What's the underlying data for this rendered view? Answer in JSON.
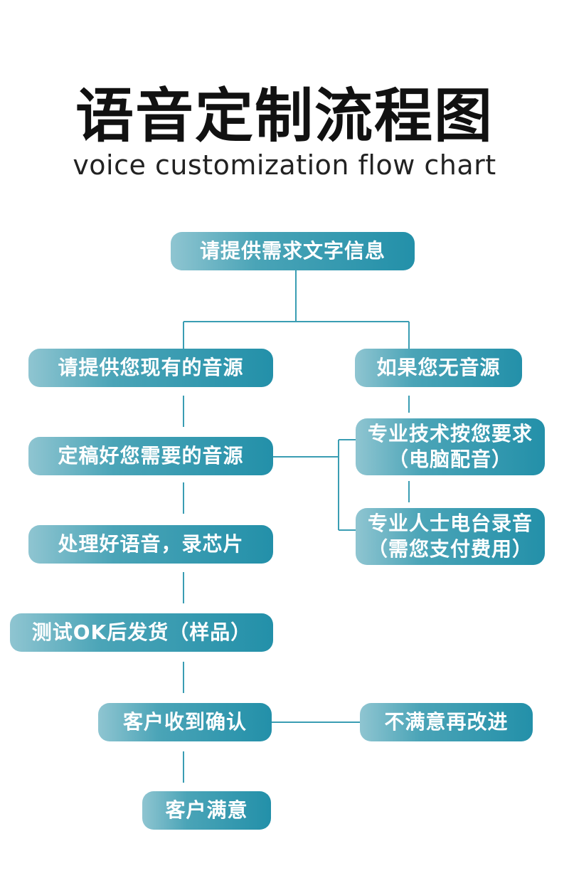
{
  "header": {
    "title": "语音定制流程图",
    "subtitle": "voice customization flow chart"
  },
  "colors": {
    "box_light": "#8fc5d1",
    "box_dark": "#2390a9",
    "connector": "#3a9db3",
    "title": "#111111"
  },
  "nodes": {
    "provide_text": "请提供需求文字信息",
    "existing_source": "请提供您现有的音源",
    "no_source": "如果您无音源",
    "finalize_source": "定稿好您需要的音源",
    "computer_dub_line1": "专业技术按您要求",
    "computer_dub_line2": "（电脑配音）",
    "radio_record_line1": "专业人士电台录音",
    "radio_record_line2": "（需您支付费用）",
    "process_voice": "处理好语音，录芯片",
    "test_ship": "测试OK后发货（样品）",
    "customer_confirm": "客户收到确认",
    "dissatisfied": "不满意再改进",
    "customer_satisfied": "客户满意"
  }
}
